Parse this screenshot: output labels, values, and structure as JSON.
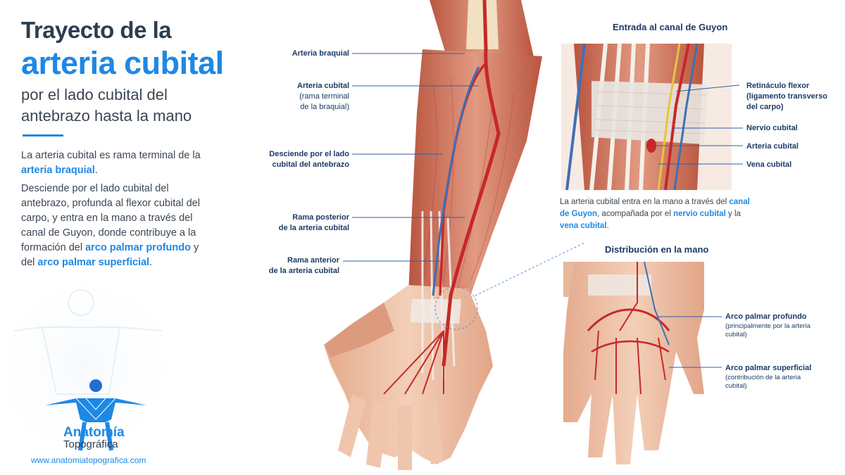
{
  "title": {
    "line1": "Trayecto de la",
    "line2": "arteria cubital",
    "line3": "por el lado cubital del antebrazo hasta la mano"
  },
  "intro": {
    "p1_pre": "La arteria cubital es rama terminal de la ",
    "p1_hl": "arteria braquial",
    "p1_post": ".",
    "p2_pre": "Desciende por el lado cubital del antebrazo, profunda al flexor cubital del carpo, y entra en la mano a través del canal de Guyon, donde contribuye a la formación del ",
    "p2_hl1": "arco palmar profundo",
    "p2_mid": " y del ",
    "p2_hl2": "arco palmar superficial",
    "p2_post": "."
  },
  "labels": {
    "braquial": "Arteria braquial",
    "cubital_1": "Arteria cubital",
    "cubital_2": "(rama terminal",
    "cubital_3": "de la braquial)",
    "desciende_1": "Desciende por el lado",
    "desciende_2": "cubital del antebrazo",
    "posterior_1": "Rama posterior",
    "posterior_2": "de la arteria cubital",
    "anterior_1": "Rama anterior",
    "anterior_2": "de la arteria cubital"
  },
  "guyon": {
    "title": "Entrada al canal de Guyon",
    "retinaculo_1": "Retináculo flexor",
    "retinaculo_2": "(ligamento transverso",
    "retinaculo_3": "del carpo)",
    "nervio": "Nervio cubital",
    "arteria": "Arteria cubital",
    "vena": "Vena cubital",
    "cap_pre": "La arteria cubital entra en la mano a través del ",
    "cap_hl1": "canal de Guyon",
    "cap_mid1": ", acompañada por el ",
    "cap_hl2": "nervio cubital",
    "cap_mid2": " y la ",
    "cap_hl3": "vena cubital",
    "cap_post": "."
  },
  "mano": {
    "title": "Distribución en la mano",
    "profundo": "Arco palmar profundo",
    "profundo_sub_1": "(principalmente por la arteria",
    "profundo_sub_2": "cubital)",
    "superficial": "Arco palmar superficial",
    "superficial_sub_1": "(contribución de la arteria",
    "superficial_sub_2": "cubital)"
  },
  "brand": {
    "name1": "Anatomía",
    "name2": "Topográfica",
    "url": "www.anatomiatopografica.com"
  },
  "colors": {
    "accent": "#1e88e5",
    "navy": "#1d3b66",
    "artery": "#c62828",
    "vein": "#3f6fb5",
    "nerve": "#e8c53a",
    "muscle": "#d98670",
    "skin": "#efc3a8"
  }
}
